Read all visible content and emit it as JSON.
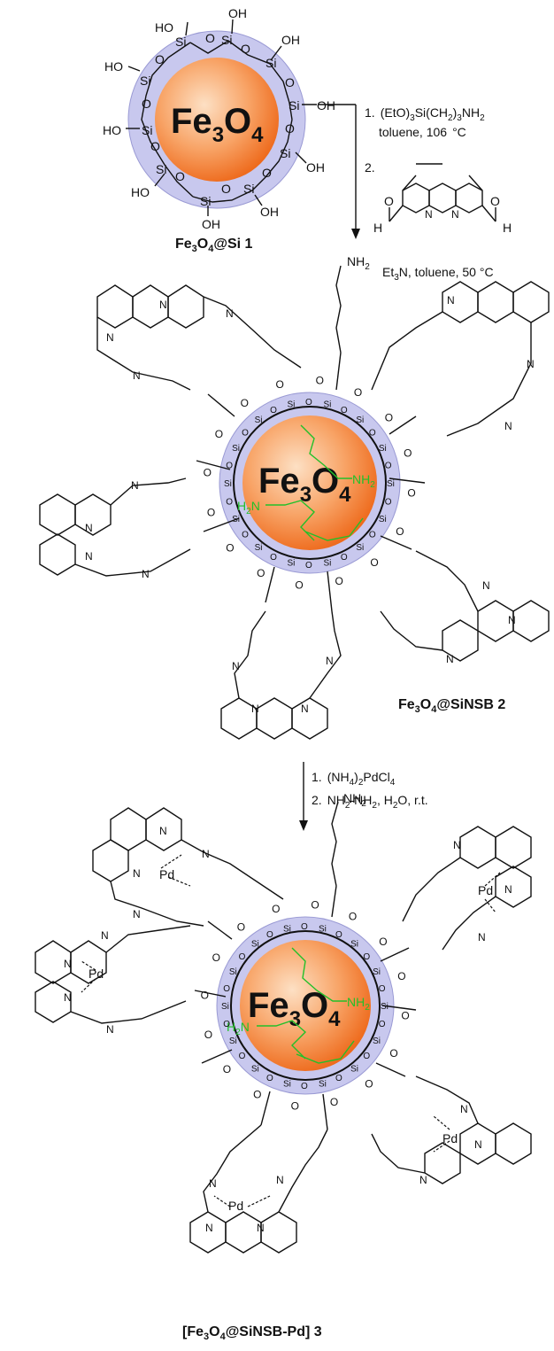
{
  "compound1": {
    "core": {
      "main": "Fe",
      "sub1": "3",
      "mid": "O",
      "sub2": "4"
    },
    "caption": {
      "a": "Fe",
      "s1": "3",
      "b": "O",
      "s2": "4",
      "c": "@Si 1"
    },
    "silanol_si": "Si",
    "silanol_o": "O",
    "silanol_oh": "OH",
    "silanol_ho": "HO"
  },
  "step1": {
    "line1": {
      "num": "1.",
      "a": "(EtO)",
      "s1": "3",
      "b": "Si(CH",
      "s2": "2",
      "c": ")",
      "s3": "3",
      "d": "NH",
      "s4": "2"
    },
    "line2": {
      "a": "toluene, 106",
      "b": "°C"
    },
    "line3": {
      "num": "2."
    },
    "line4": {
      "a": "Et",
      "s1": "3",
      "b": "N, toluene, 50 °C"
    },
    "aldehyde_h": "H",
    "aldehyde_o": "O",
    "n": "N"
  },
  "compound2": {
    "core": {
      "main": "Fe",
      "sub1": "3",
      "mid": "O",
      "sub2": "4"
    },
    "caption": {
      "a": "Fe",
      "s1": "3",
      "b": "O",
      "s2": "4",
      "c": "@SiNSB 2"
    },
    "nh2": {
      "a": "NH",
      "s": "2"
    },
    "h2n": {
      "a": "H",
      "s": "2",
      "b": "N"
    }
  },
  "step2": {
    "line1": {
      "num": "1.",
      "a": "(NH",
      "s1": "4",
      "b": ")",
      "s2": "2",
      "c": "PdCl",
      "s3": "4"
    },
    "line2": {
      "num": "2.",
      "a": "NH",
      "s1": "2",
      "b": "-NH",
      "s2": "2",
      "c": ", H",
      "s3": "2",
      "d": "O, r.t."
    }
  },
  "compound3": {
    "core": {
      "main": "Fe",
      "sub1": "3",
      "mid": "O",
      "sub2": "4"
    },
    "caption": {
      "open": "[",
      "a": "Fe",
      "s1": "3",
      "b": "O",
      "s2": "4",
      "c": "@SiNSB-Pd] 3"
    },
    "pd": "Pd"
  },
  "colors": {
    "core_center": "#fde0c4",
    "core_edge": "#ee6a1c",
    "shell": "#c8c8ee",
    "shell_stroke": "#9a9ad4",
    "green": "#22c02a",
    "ink": "#111111"
  }
}
